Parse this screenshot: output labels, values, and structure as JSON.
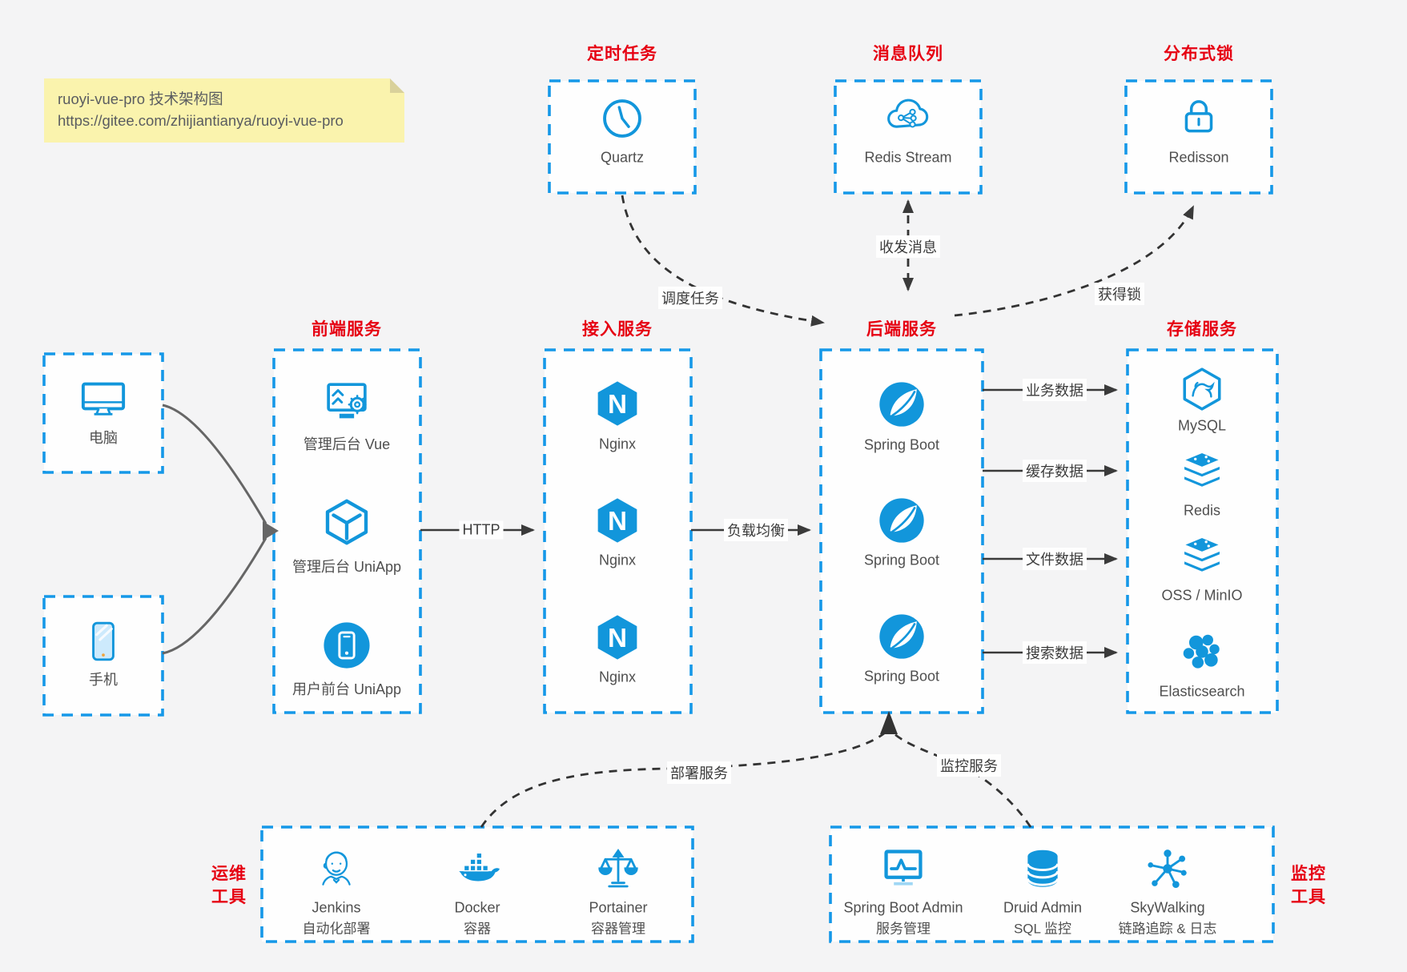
{
  "note": {
    "line1": "ruoyi-vue-pro 技术架构图",
    "line2": "https://gitee.com/zhijiantianya/ruoyi-vue-pro"
  },
  "top": {
    "scheduler": {
      "title": "定时任务",
      "label": "Quartz"
    },
    "queue": {
      "title": "消息队列",
      "label": "Redis Stream"
    },
    "lock": {
      "title": "分布式锁",
      "label": "Redisson"
    }
  },
  "clients": {
    "pc": {
      "label": "电脑"
    },
    "mobile": {
      "label": "手机"
    }
  },
  "columns": {
    "frontend": {
      "title": "前端服务",
      "items": [
        {
          "label": "管理后台 Vue"
        },
        {
          "label": "管理后台 UniApp"
        },
        {
          "label": "用户前台 UniApp"
        }
      ]
    },
    "gateway": {
      "title": "接入服务",
      "items": [
        {
          "label": "Nginx"
        },
        {
          "label": "Nginx"
        },
        {
          "label": "Nginx"
        }
      ]
    },
    "backend": {
      "title": "后端服务",
      "items": [
        {
          "label": "Spring Boot"
        },
        {
          "label": "Spring Boot"
        },
        {
          "label": "Spring Boot"
        }
      ]
    },
    "storage": {
      "title": "存储服务",
      "items": [
        {
          "label": "MySQL"
        },
        {
          "label": "Redis"
        },
        {
          "label": "OSS / MinIO"
        },
        {
          "label": "Elasticsearch"
        }
      ]
    }
  },
  "bottom": {
    "ops": {
      "title_line1": "运维",
      "title_line2": "工具",
      "items": [
        {
          "name": "Jenkins",
          "sub": "自动化部署"
        },
        {
          "name": "Docker",
          "sub": "容器"
        },
        {
          "name": "Portainer",
          "sub": "容器管理"
        }
      ]
    },
    "monitor": {
      "title_line1": "监控",
      "title_line2": "工具",
      "items": [
        {
          "name": "Spring Boot Admin",
          "sub": "服务管理"
        },
        {
          "name": "Druid Admin",
          "sub": "SQL 监控"
        },
        {
          "name": "SkyWalking",
          "sub": "链路追踪 & 日志"
        }
      ]
    }
  },
  "edges": {
    "http": "HTTP",
    "load_balance": "负载均衡",
    "business_data": "业务数据",
    "cache_data": "缓存数据",
    "file_data": "文件数据",
    "search_data": "搜索数据",
    "schedule_task": "调度任务",
    "send_receive": "收发消息",
    "acquire_lock": "获得锁",
    "deploy_service": "部署服务",
    "monitor_service": "监控服务"
  },
  "colors": {
    "brand_blue": "#1296db",
    "border_blue": "#1598e8",
    "title_red": "#e60012",
    "arrow_dark": "#3a3a3a",
    "client_arrow_gray": "#666666",
    "note_bg": "#faf3ad",
    "canvas_bg": "#f4f4f5"
  }
}
